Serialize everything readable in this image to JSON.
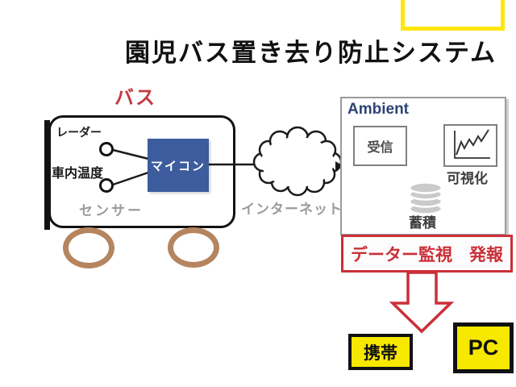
{
  "title": "園児バス置き去り防止システム",
  "bus": {
    "label": "バス",
    "radar": "レーダー",
    "cabin_temp": "車内温度",
    "sensor": "センサー",
    "micon": "マイコン"
  },
  "network": {
    "internet": "インターネット"
  },
  "ambient": {
    "title": "Ambient",
    "receive": "受信",
    "visualize": "可視化",
    "store": "蓄積",
    "alert": "データー監視　発報"
  },
  "devices": {
    "mobile": "携帯",
    "pc": "PC"
  },
  "colors": {
    "accent_red": "#cb2f38",
    "bus_label_red": "#c23b3f",
    "micon_blue": "#3d5c9d",
    "ambient_blue": "#2d4476",
    "highlight_yellow": "#f7e800",
    "wheel_brown": "#b5855f",
    "muted_gray": "#9b9b9b"
  }
}
